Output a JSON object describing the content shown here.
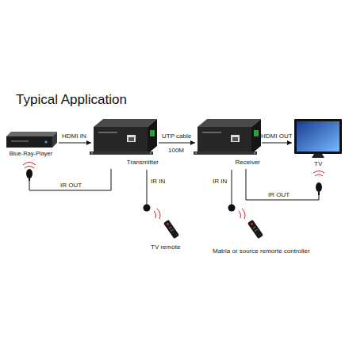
{
  "diagram": {
    "title": "Typical Application",
    "nodes": [
      {
        "text": [
          "Blue-Ray-Player"
        ]
      },
      {
        "text": [
          "Transmitter"
        ]
      },
      {
        "text": [
          "Receiver"
        ]
      },
      {
        "text": [
          "TV"
        ]
      },
      {
        "text": [
          "TV remote"
        ]
      },
      {
        "text": [
          "Matria or source remorte controller"
        ]
      }
    ],
    "edges": [
      {
        "from": 0,
        "to": 1,
        "label": "HDMI IN",
        "arrow": "to"
      },
      {
        "from": 1,
        "to": 2,
        "label": "UTP cable",
        "arrow": "to"
      },
      {
        "from": 2,
        "to": 3,
        "label": "HDMI OUT",
        "arrow": "to"
      },
      {
        "from": 1,
        "to": 0,
        "label": "IR OUT",
        "arrow": "none"
      },
      {
        "from": 2,
        "to": 3,
        "label": "IR OUT",
        "arrow": "none"
      }
    ],
    "labels": [
      "100M",
      "IR IN",
      "IR IN"
    ]
  }
}
